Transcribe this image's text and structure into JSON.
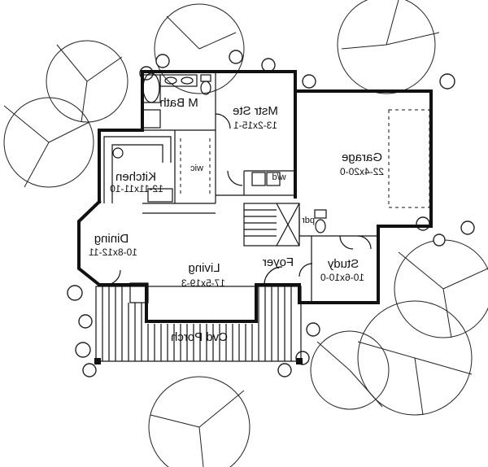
{
  "rooms": {
    "mbath": "M Bath",
    "mstr_ste": "Mstr Ste",
    "mstr_ste_dim": "13-2x15-1",
    "wic": "wic",
    "wd": "w/d",
    "kitchen": "Kitchen",
    "kitchen_dim": "12-11x11-10",
    "garage": "Garage",
    "garage_dim": "22-4x20-0",
    "dining": "Dining",
    "dining_dim": "10-8x12-11",
    "living": "Living",
    "living_dim": "17-5x19-3",
    "foyer": "Foyer",
    "pdr": "pdr",
    "study": "Study",
    "study_dim": "10-6x10-0",
    "cvd_porch": "Cvd Porch"
  },
  "colors": {
    "line": "#111111",
    "background": "#ffffff"
  }
}
